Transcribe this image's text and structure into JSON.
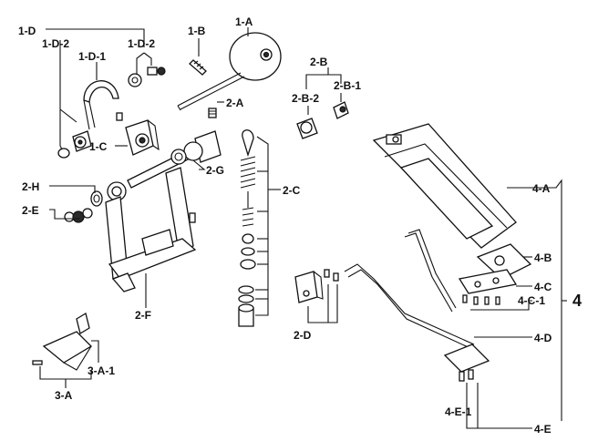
{
  "labels": {
    "l_1d": "1-D",
    "l_1d2a": "1-D-2",
    "l_1d2b": "1-D-2",
    "l_1d1": "1-D-1",
    "l_1b": "1-B",
    "l_1a": "1-A",
    "l_2b": "2-B",
    "l_2b2": "2-B-2",
    "l_2b1": "2-B-1",
    "l_2a": "2-A",
    "l_1c": "1-C",
    "l_2g": "2-G",
    "l_2h": "2-H",
    "l_2e": "2-E",
    "l_2c": "2-C",
    "l_2f": "2-F",
    "l_2d": "2-D",
    "l_3a1": "3-A-1",
    "l_3a": "3-A",
    "l_4a": "4-A",
    "l_4b": "4-B",
    "l_4c": "4-C",
    "l_4c1": "4-C-1",
    "l_4": "4",
    "l_4d": "4-D",
    "l_4e1": "4-E-1",
    "l_4e": "4-E"
  }
}
